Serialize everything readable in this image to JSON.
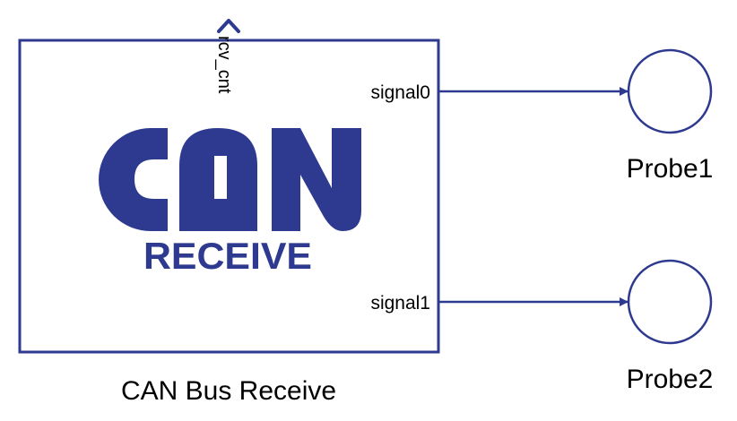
{
  "colors": {
    "block": "#2e3a8f",
    "text": "#000000",
    "background": "#ffffff"
  },
  "block": {
    "name": "CAN Bus Receive",
    "logo_text": "CAN",
    "logo_subtext": "RECEIVE",
    "top_port": "rcv_cnt",
    "outputs": [
      "signal0",
      "signal1"
    ]
  },
  "probes": [
    {
      "name": "Probe1",
      "input": "signal0"
    },
    {
      "name": "Probe2",
      "input": "signal1"
    }
  ]
}
